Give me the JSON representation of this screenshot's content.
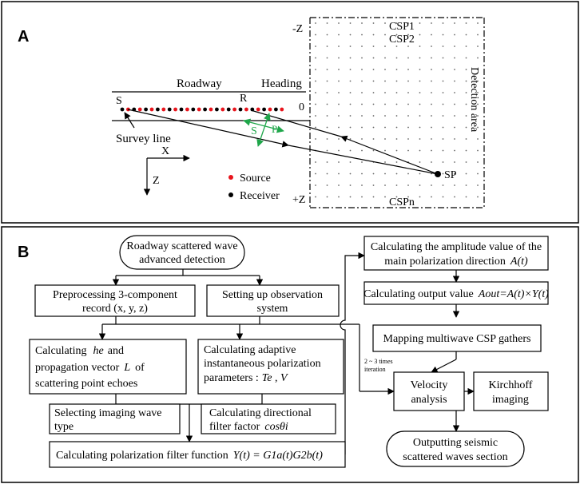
{
  "panel_a": {
    "letter": "A",
    "labels": {
      "neg_z": "-Z",
      "pos_z": "+Z",
      "zero": "0",
      "csp1": "CSP1",
      "csp2": "CSP2",
      "cspn": "CSPn",
      "detection_area": "Detection area",
      "roadway": "Roadway",
      "heading": "Heading",
      "s_point": "S",
      "r_point": "R",
      "survey_line": "Survey line",
      "s_wave": "S",
      "p_wave": "P",
      "sp": "SP",
      "x_axis": "X",
      "z_axis": "Z",
      "legend_source": "Source",
      "legend_receiver": "Receiver"
    },
    "colors": {
      "source": "#e8141c",
      "receiver": "#000000",
      "wave": "#1fa64a"
    }
  },
  "panel_b": {
    "letter": "B",
    "boxes": {
      "start": [
        "Roadway scattered wave",
        "advanced detection"
      ],
      "preprocess": [
        "Preprocessing 3-component",
        "record (x, y, z)"
      ],
      "observation": [
        "Setting up observation",
        "system"
      ],
      "calc_he": [
        "Calculating",
        "he",
        "and",
        "propagation vector",
        "L",
        "of",
        "scattering point echoes"
      ],
      "adaptive": [
        "Calculating adaptive",
        "instantaneous polarization",
        "parameters :",
        "Te",
        "V"
      ],
      "imaging_type": [
        "Selecting imaging wave",
        "type"
      ],
      "directional": [
        "Calculating directional",
        "filter factor",
        "cosθi"
      ],
      "filter_fn": [
        "Calculating polarization filter function",
        "Y(t) = G1a(t)G2b(t)"
      ],
      "amplitude": [
        "Calculating the amplitude value of the",
        "main polarization direction",
        "A(t)"
      ],
      "output_value": [
        "Calculating output value",
        "Aout=A(t)×Y(t)"
      ],
      "mapping": [
        "Mapping multiwave CSP gathers"
      ],
      "velocity": [
        "Velocity",
        "analysis"
      ],
      "kirchhoff": [
        "Kirchhoff",
        "imaging"
      ],
      "outputting": [
        "Outputting seismic",
        "scattered waves section"
      ],
      "iteration": [
        "2 ~ 3 times",
        "iteration"
      ]
    }
  }
}
